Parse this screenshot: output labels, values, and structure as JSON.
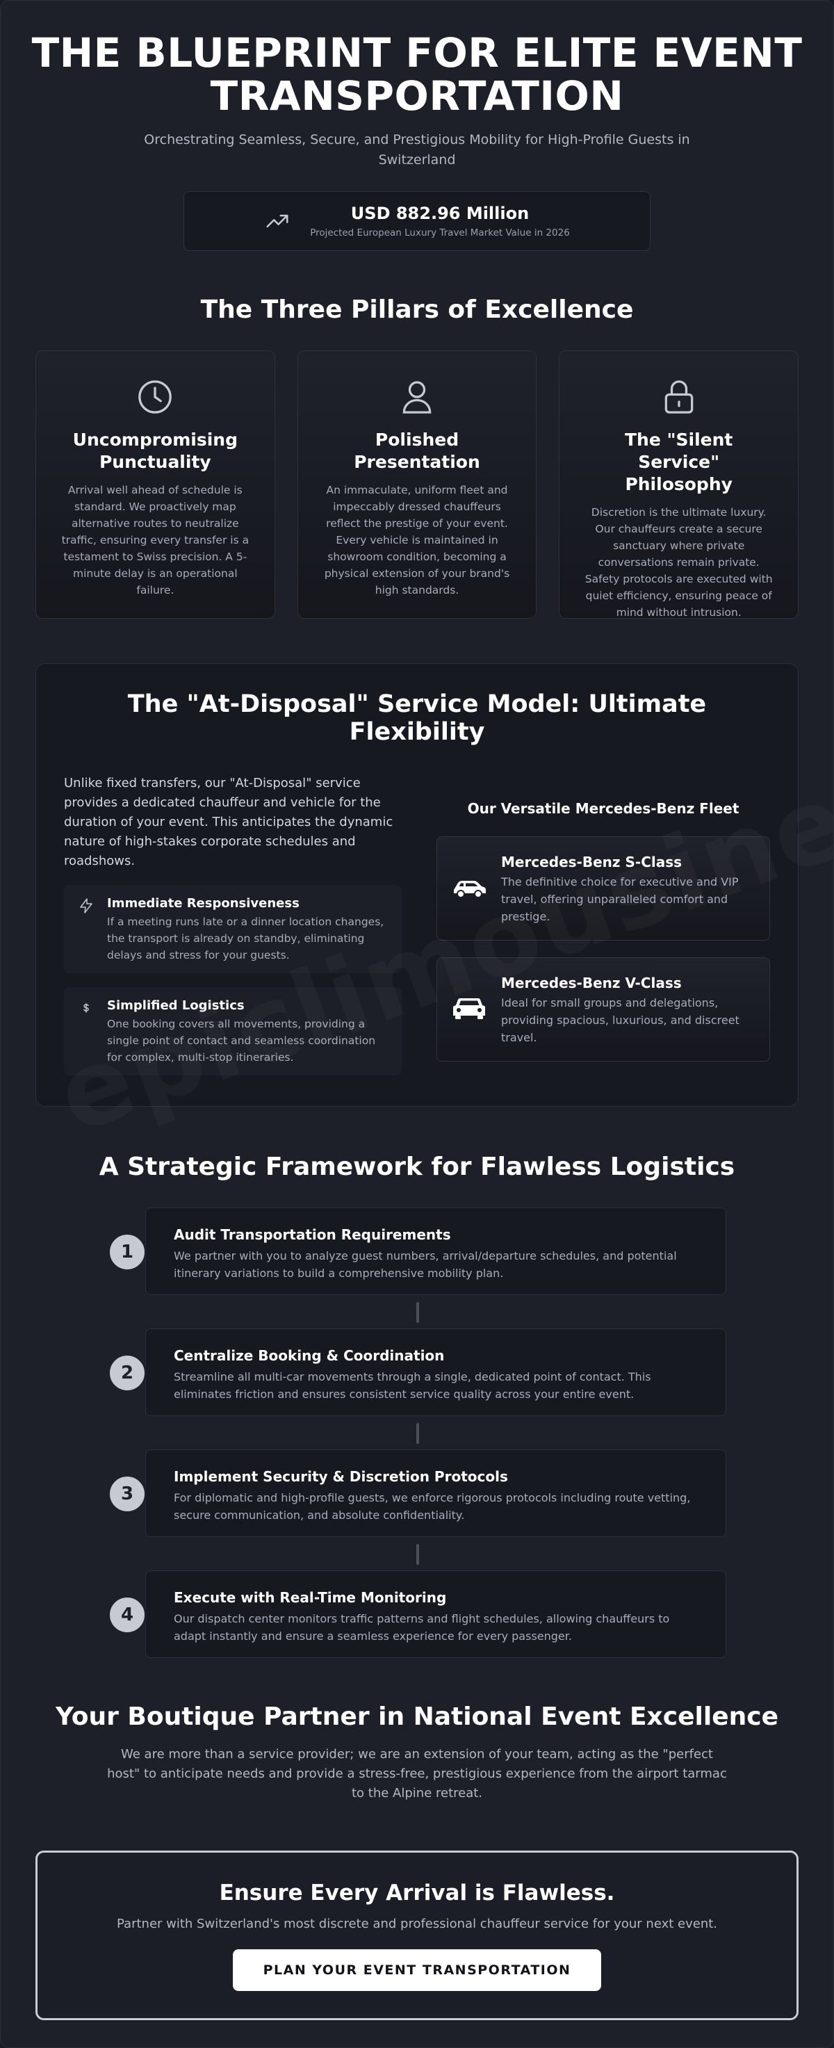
{
  "watermark": "epiclimousine.ch",
  "hero": {
    "title": "THE BLUEPRINT FOR ELITE EVENT TRANSPORTATION",
    "subtitle": "Orchestrating Seamless, Secure, and Prestigious Mobility for High-Profile Guests in Switzerland",
    "stat": {
      "icon": "trending-up-icon",
      "value": "USD 882.96 Million",
      "caption": "Projected European Luxury Travel Market Value in 2026"
    }
  },
  "pillars": {
    "title": "The Three Pillars of Excellence",
    "items": [
      {
        "icon": "clock-icon",
        "title": "Uncompromising Punctuality",
        "text": "Arrival well ahead of schedule is standard. We proactively map alternative routes to neutralize traffic, ensuring every transfer is a testament to Swiss precision. A 5-minute delay is an operational failure."
      },
      {
        "icon": "user-icon",
        "title": "Polished Presentation",
        "text": "An immaculate, uniform fleet and impeccably dressed chauffeurs reflect the prestige of your event. Every vehicle is maintained in showroom condition, becoming a physical extension of your brand's high standards."
      },
      {
        "icon": "lock-icon",
        "title": "The \"Silent Service\" Philosophy",
        "text": "Discretion is the ultimate luxury. Our chauffeurs create a secure sanctuary where private conversations remain private. Safety protocols are executed with quiet efficiency, ensuring peace of mind without intrusion."
      }
    ]
  },
  "disposal": {
    "title": "The \"At-Disposal\" Service Model: Ultimate Flexibility",
    "intro": "Unlike fixed transfers, our \"At-Disposal\" service provides a dedicated chauffeur and vehicle for the duration of your event. This anticipates the dynamic nature of high-stakes corporate schedules and roadshows.",
    "features": [
      {
        "icon": "lightning-icon",
        "title": "Immediate Responsiveness",
        "text": "If a meeting runs late or a dinner location changes, the transport is already on standby, eliminating delays and stress for your guests."
      },
      {
        "icon": "dollar-icon",
        "title": "Simplified Logistics",
        "text": "One booking covers all movements, providing a single point of contact and seamless coordination for complex, multi-stop itineraries."
      }
    ],
    "fleet_title": "Our Versatile Mercedes-Benz Fleet",
    "fleet": [
      {
        "icon": "car-side-icon",
        "title": "Mercedes-Benz S-Class",
        "text": "The definitive choice for executive and VIP travel, offering unparalleled comfort and prestige."
      },
      {
        "icon": "car-front-icon",
        "title": "Mercedes-Benz V-Class",
        "text": "Ideal for small groups and delegations, providing spacious, luxurious, and discreet travel."
      }
    ]
  },
  "framework": {
    "title": "A Strategic Framework for Flawless Logistics",
    "steps": [
      {
        "number": "1",
        "title": "Audit Transportation Requirements",
        "text": "We partner with you to analyze guest numbers, arrival/departure schedules, and potential itinerary variations to build a comprehensive mobility plan."
      },
      {
        "number": "2",
        "title": "Centralize Booking & Coordination",
        "text": "Streamline all multi-car movements through a single, dedicated point of contact. This eliminates friction and ensures consistent service quality across your entire event."
      },
      {
        "number": "3",
        "title": "Implement Security & Discretion Protocols",
        "text": "For diplomatic and high-profile guests, we enforce rigorous protocols including route vetting, secure communication, and absolute confidentiality."
      },
      {
        "number": "4",
        "title": "Execute with Real-Time Monitoring",
        "text": "Our dispatch center monitors traffic patterns and flight schedules, allowing chauffeurs to adapt instantly and ensure a seamless experience for every passenger."
      }
    ]
  },
  "partner": {
    "title": "Your Boutique Partner in National Event Excellence",
    "text": "We are more than a service provider; we are an extension of your team, acting as the \"perfect host\" to anticipate needs and provide a stress-free, prestigious experience from the airport tarmac to the Alpine retreat."
  },
  "cta": {
    "title": "Ensure Every Arrival is Flawless.",
    "text": "Partner with Switzerland's most discrete and professional chauffeur service for your next event.",
    "button_label": "PLAN YOUR EVENT TRANSPORTATION"
  },
  "colors": {
    "background": "#1d2029",
    "card": "#161920",
    "accent": "#ffffff",
    "muted_text": "#a7acb7"
  }
}
